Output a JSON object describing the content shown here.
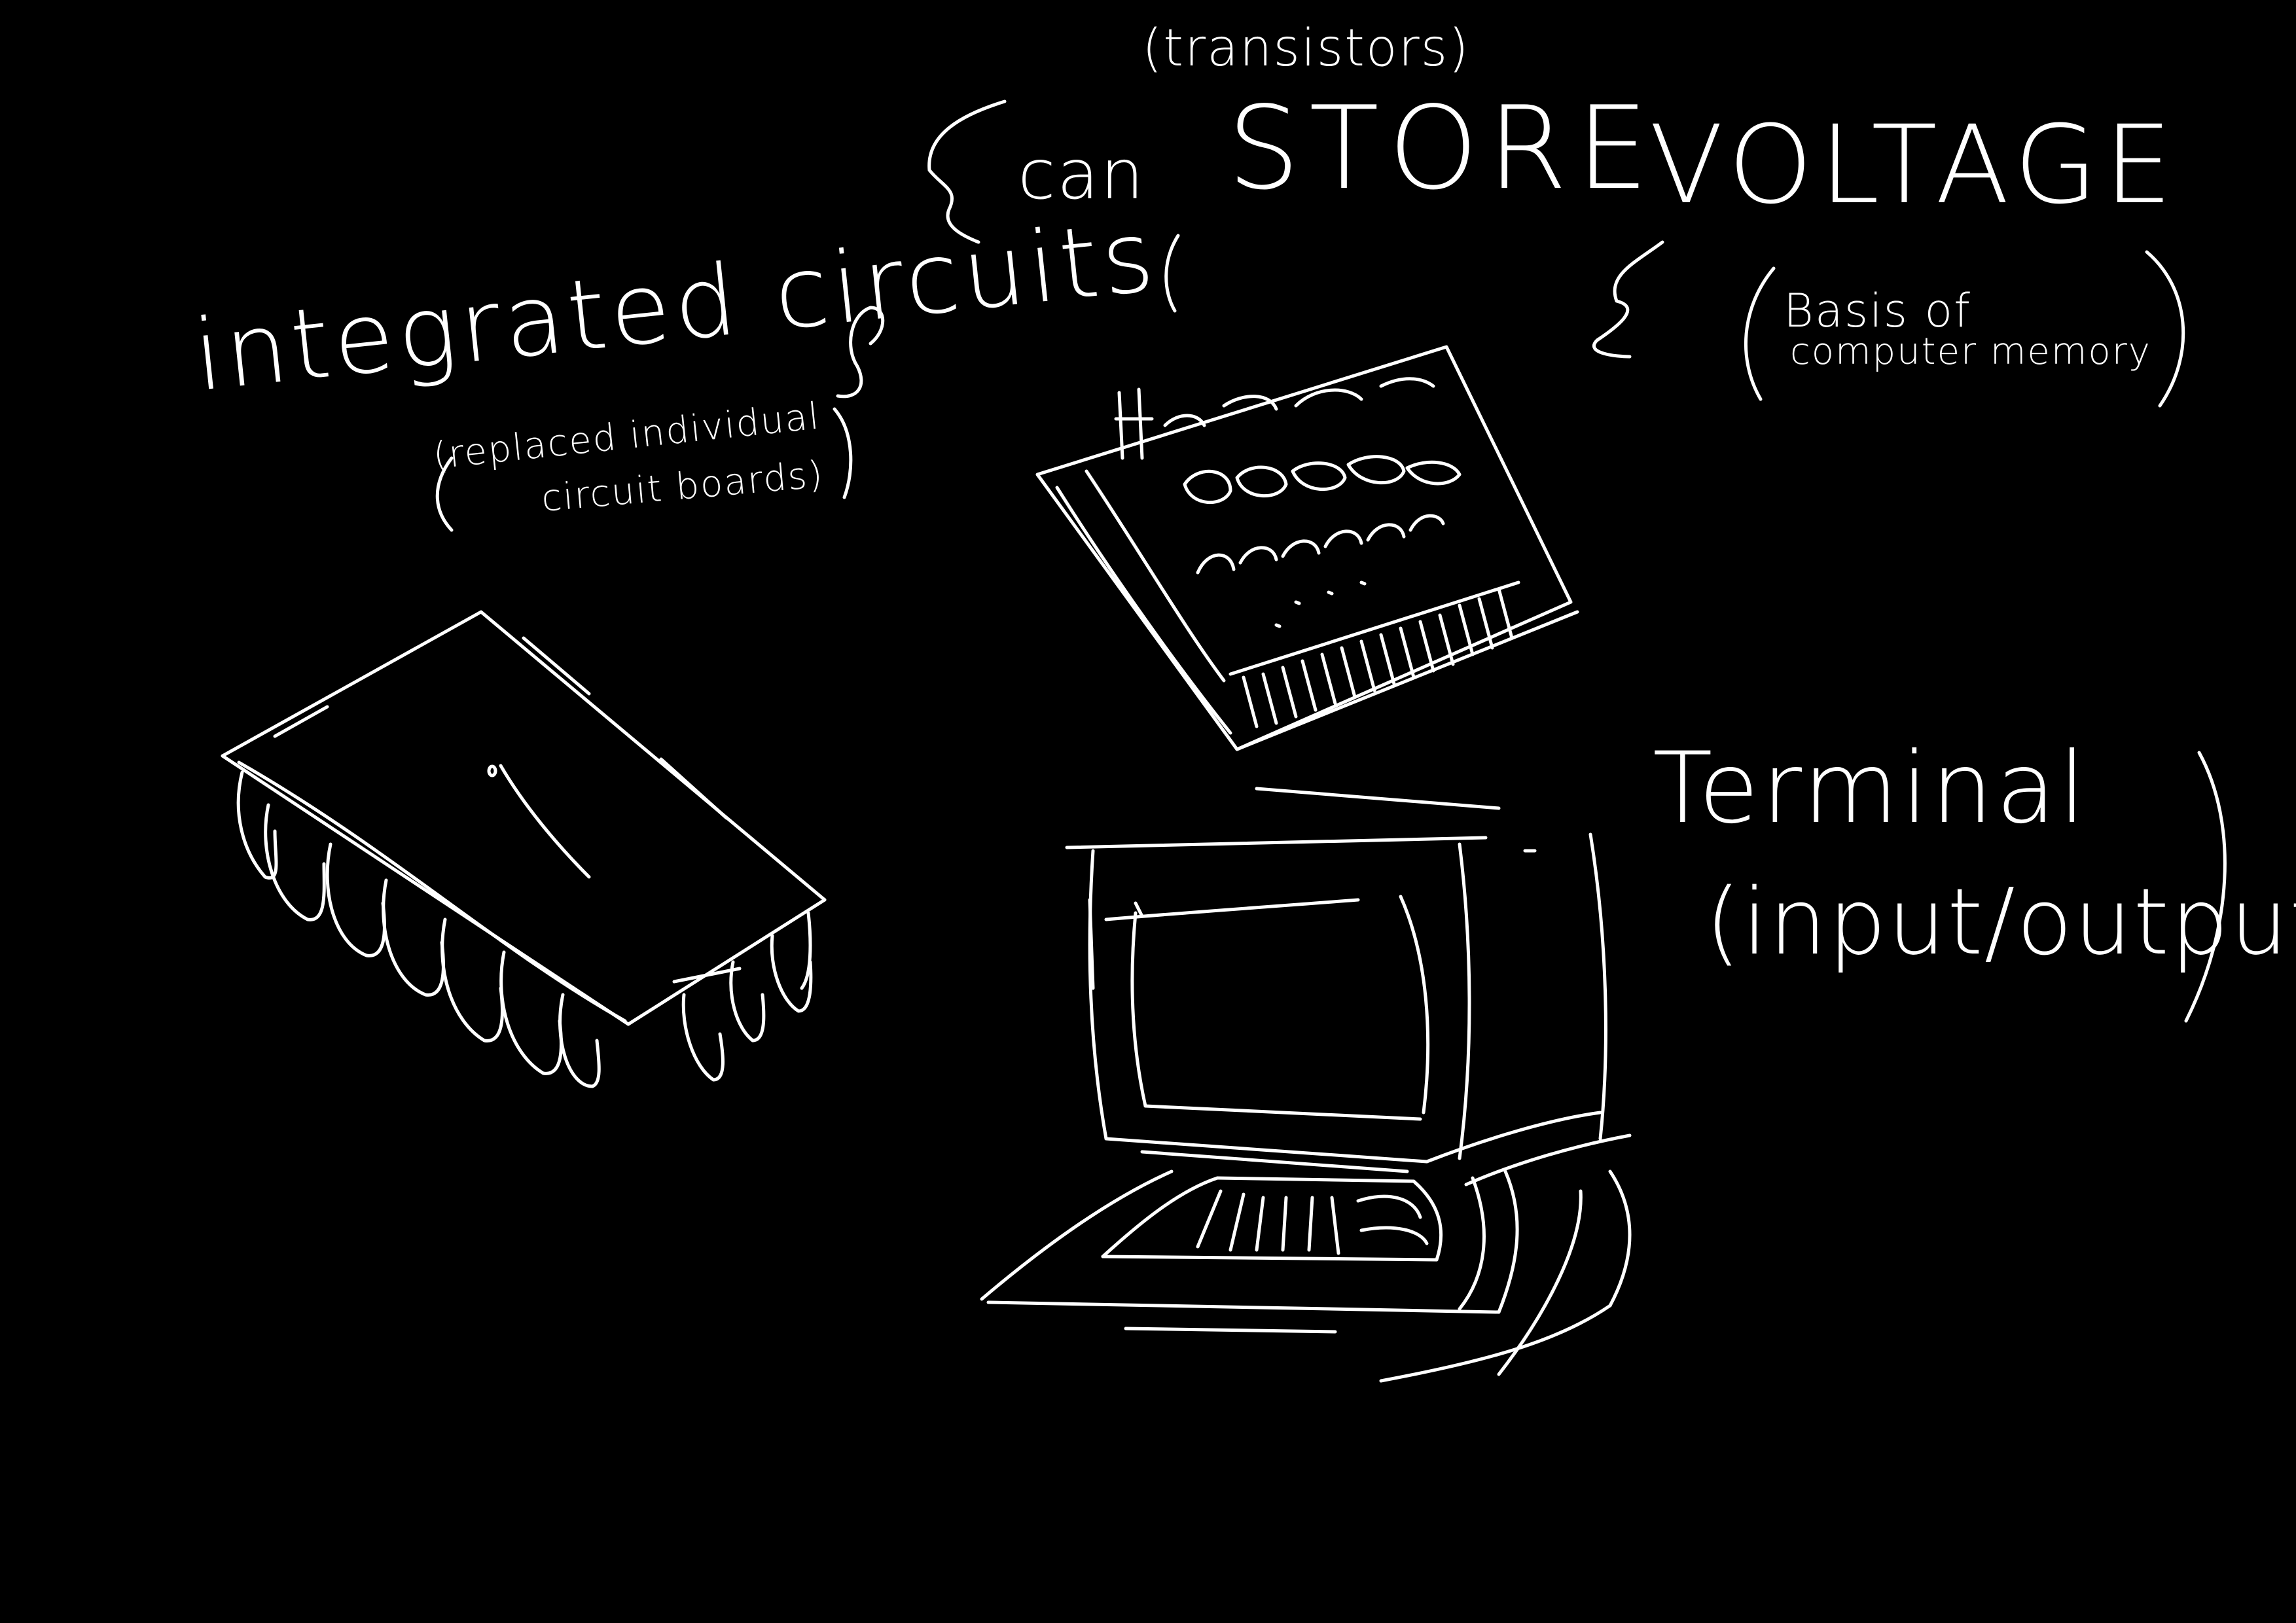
{
  "colors": {
    "background": "#000000",
    "ink": "#ffffff"
  },
  "labels": {
    "transistors_note": "(transistors)",
    "can": "can",
    "store": "STORE",
    "voltage": "VOLTAGE",
    "memory_note_line1": "Basis of",
    "memory_note_line2": "computer memory",
    "integrated_circuits": "integrated circuits",
    "ic_note_line1": "(replaced individual",
    "ic_note_line2": "circuit boards)",
    "terminal": "Terminal",
    "terminal_note": "(input/output)"
  },
  "icons": [
    "integrated-circuit-chip-icon",
    "memory-module-icon",
    "computer-terminal-icon"
  ]
}
